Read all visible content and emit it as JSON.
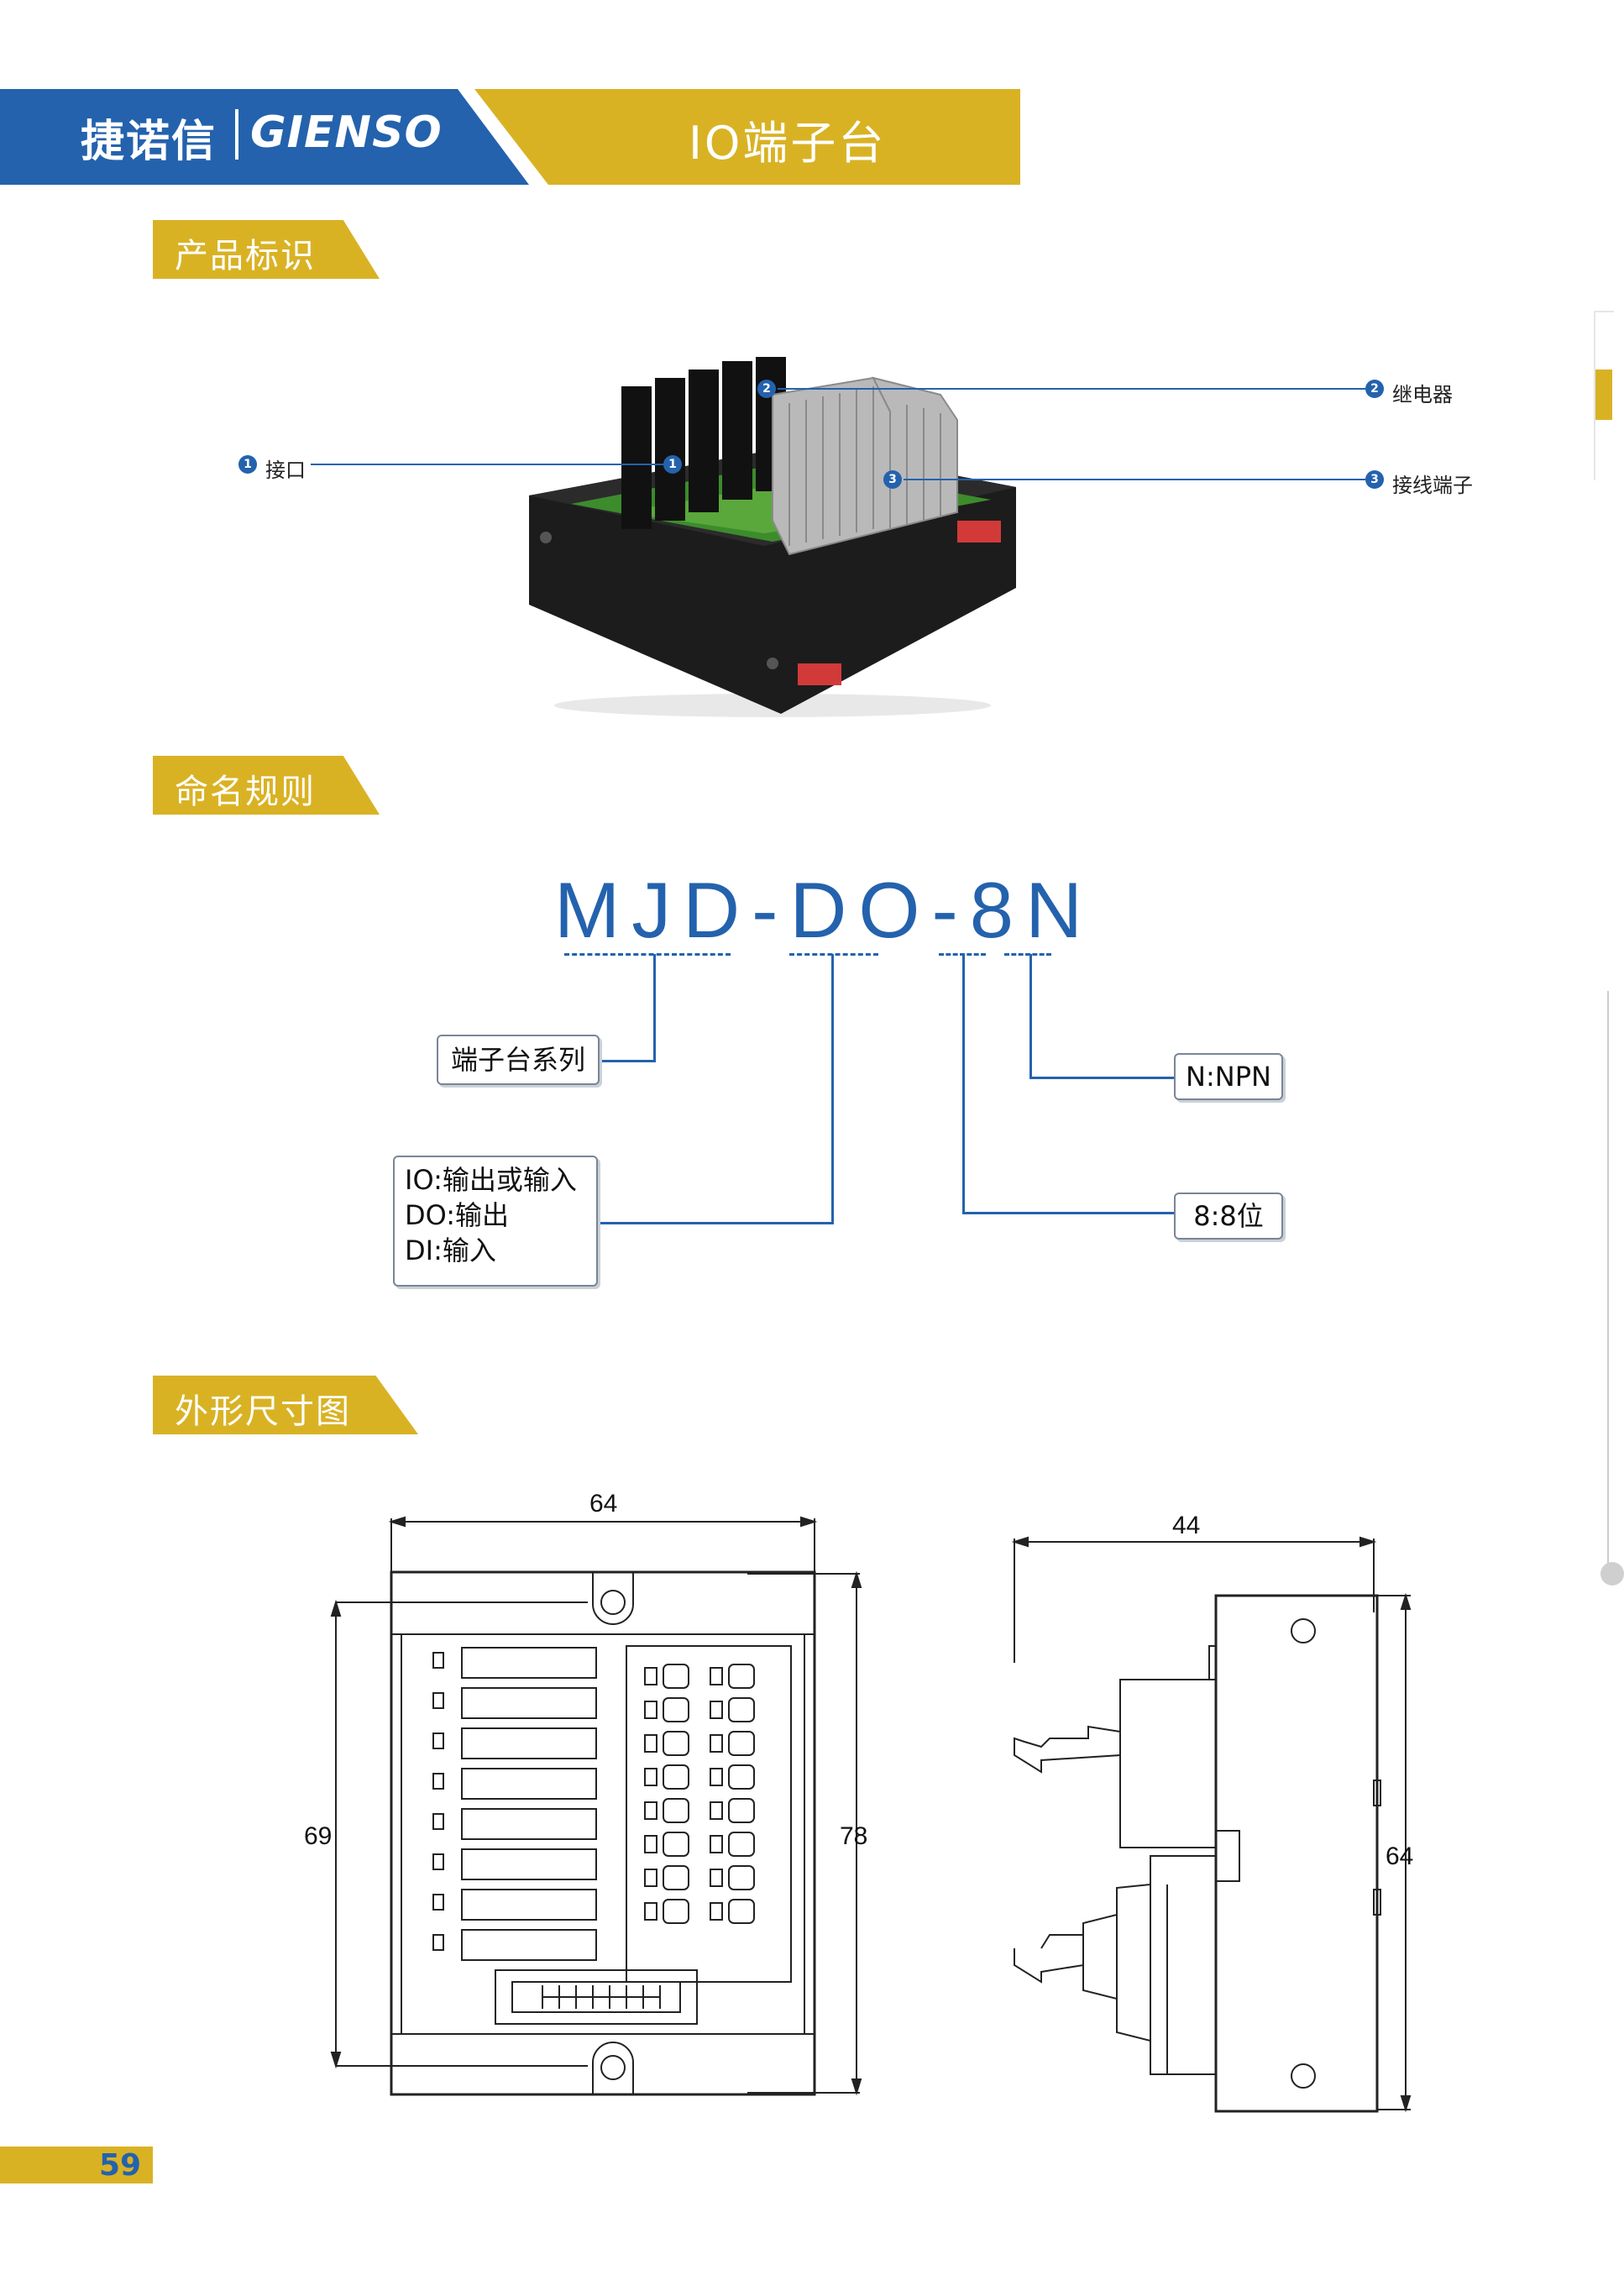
{
  "header": {
    "brand_cn": "捷诺信",
    "brand_en": "GIENSO",
    "title": "IO端子台"
  },
  "sections": {
    "identify": "产品标识",
    "naming": "命名规则",
    "dimensions": "外形尺寸图"
  },
  "callouts": [
    {
      "num": "1",
      "label": "接口"
    },
    {
      "num": "2",
      "label": "继电器"
    },
    {
      "num": "3",
      "label": "接线端子"
    }
  ],
  "naming": {
    "model": "MJD-DO-8N",
    "series_label": "端子台系列",
    "type_lines": [
      "IO:输出或输入",
      "DO:输出",
      "DI:输入"
    ],
    "polarity_label": "N:NPN",
    "bits_label": "8:8位"
  },
  "dimensions": {
    "front_width": "64",
    "front_inner_height": "69",
    "front_height": "78",
    "side_width": "44",
    "side_height": "64"
  },
  "page_number": "59",
  "colors": {
    "brand_blue": "#2462ad",
    "brand_gold": "#d9b224"
  }
}
